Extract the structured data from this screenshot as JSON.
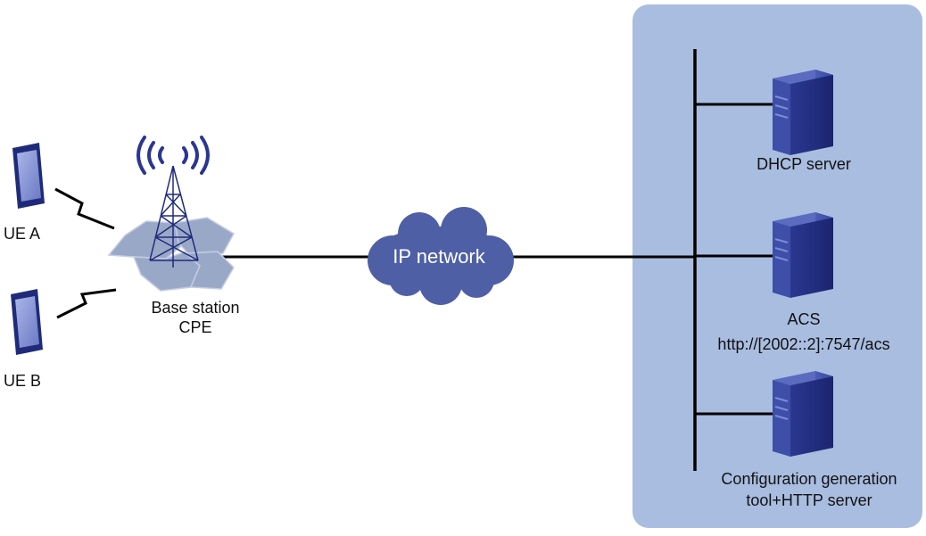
{
  "devices": {
    "ue_a": {
      "label": "UE A"
    },
    "ue_b": {
      "label": "UE B"
    },
    "base_station": {
      "label_line1": "Base station",
      "label_line2": "CPE"
    },
    "ip_network": {
      "label": "IP network"
    },
    "dhcp_server": {
      "label": "DHCP server"
    },
    "acs": {
      "label": "ACS",
      "url": "http://[2002::2]:7547/acs"
    },
    "config_tool": {
      "label_line1": "Configuration generation",
      "label_line2": "tool+HTTP server"
    }
  },
  "colors": {
    "panel": "#a9bde0",
    "cloud": "#4f5fa6",
    "server_dark": "#1f2b7a",
    "server_light": "#3d4fa8",
    "hexagon": "#9aa8c8",
    "line": "#000000"
  }
}
